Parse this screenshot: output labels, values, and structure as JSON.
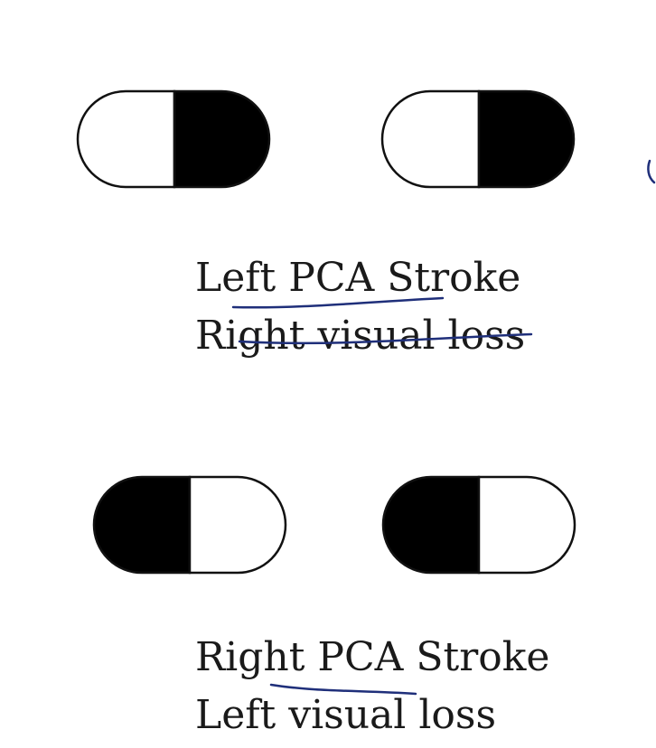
{
  "colors": {
    "field_shaded": "#000000",
    "field_clear": "#ffffff",
    "outline": "#111111",
    "annotation_ink": "#1f2f7a",
    "text": "#1a1a1a"
  },
  "diagrams": [
    {
      "name": "left-pca-stroke",
      "caption_line1": "Left PCA Stroke",
      "caption_line2": "Right visual loss",
      "left_eye": {
        "shaded_half": "right"
      },
      "right_eye": {
        "shaded_half": "right"
      }
    },
    {
      "name": "right-pca-stroke",
      "caption_line1": "Right PCA Stroke",
      "caption_line2": "Left visual loss",
      "left_eye": {
        "shaded_half": "left"
      },
      "right_eye": {
        "shaded_half": "left"
      }
    }
  ]
}
